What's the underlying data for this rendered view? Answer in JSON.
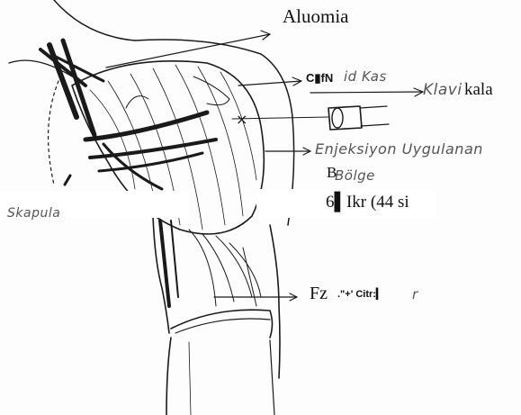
{
  "labels": {
    "aluomia": "Aluomia",
    "coracoid_part1": "C▮fN",
    "coracoid_part2": "id Kas",
    "klavikula_part1": "Klavi",
    "klavikula_part2": "kala",
    "enjeksiyon": "Enjeksiyon Uygulanan",
    "bolge": "Bölge",
    "bolge_overlay": "B",
    "skapula": "Skapula",
    "deltoid_caption": "6▌Ikr (44 si",
    "fz": "Fz",
    "fz_small": ".\"+' Citr:▎",
    "fz_tail": "r"
  },
  "colors": {
    "ink": "#111111",
    "pencil": "#555555",
    "paper": "#fdfdfd"
  }
}
